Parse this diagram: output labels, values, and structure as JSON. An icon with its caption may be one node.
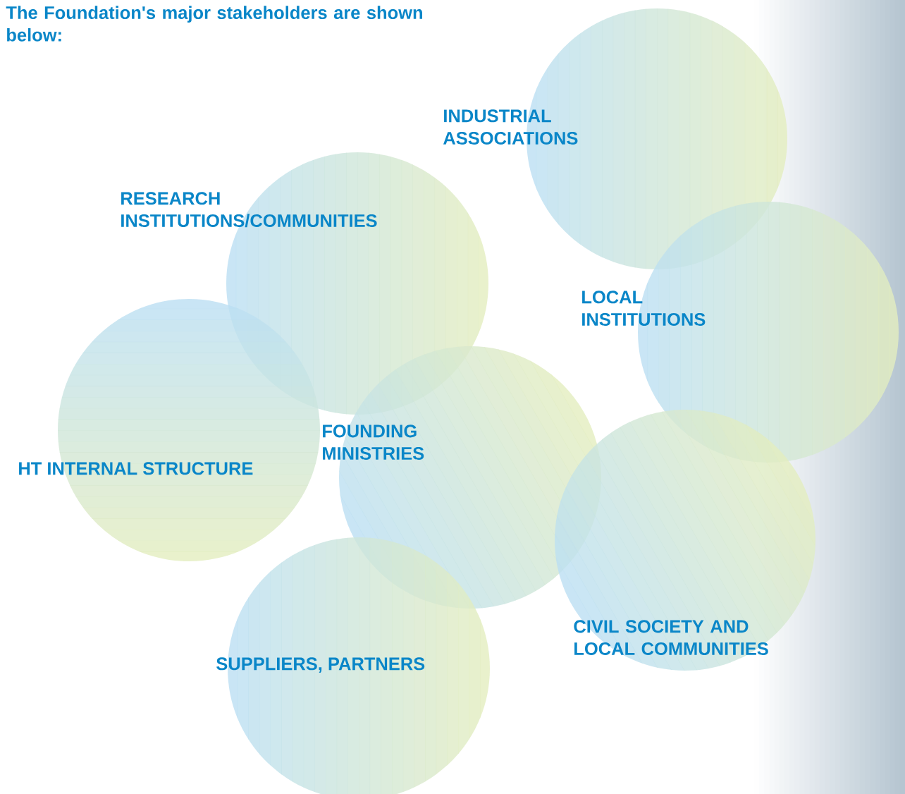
{
  "diagram": {
    "title": "The Foundation's major stakeholders are shown below:",
    "nodes": [
      {
        "text": [
          "INDUSTRIAL ASSOCIATIONS"
        ]
      },
      {
        "text": [
          "RESEARCH INSTITUTIONS/COMMUNITIES"
        ]
      },
      {
        "text": [
          "LOCAL INSTITUTIONS"
        ]
      },
      {
        "text": [
          "FOUNDING MINISTRIES"
        ]
      },
      {
        "text": [
          "HT INTERNAL STRUCTURE"
        ]
      },
      {
        "text": [
          "CIVIL SOCIETY AND LOCAL COMMUNITIES"
        ]
      },
      {
        "text": [
          "SUPPLIERS, PARTNERS"
        ]
      }
    ]
  }
}
